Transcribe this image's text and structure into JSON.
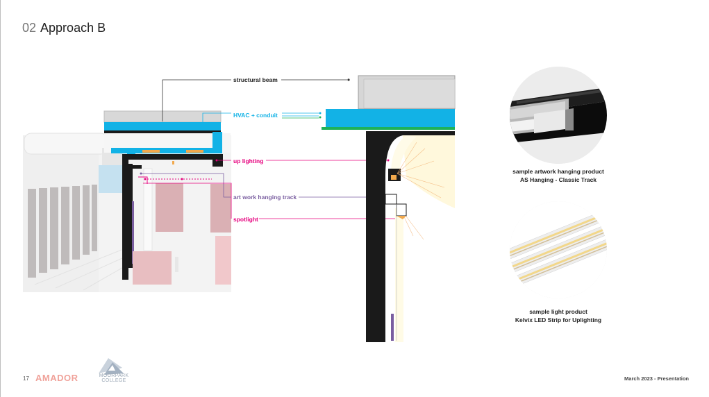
{
  "title": {
    "number": "02",
    "text": "Approach B"
  },
  "labels": {
    "structural_beam": "structural beam",
    "hvac_conduit": "HVAC + conduit",
    "up_lighting": "up lighting",
    "art_track": "art work hanging track",
    "spotlight": "spotlight"
  },
  "products": [
    {
      "line1": "sample artwork hanging product",
      "line2": "AS Hanging - Classic Track",
      "icon": "track-profile-image"
    },
    {
      "line1": "sample light product",
      "line2": "Kelvix LED Strip for Uplighting",
      "icon": "led-strip-image"
    }
  ],
  "footer": {
    "page_number": "17",
    "brand": "AMADOR",
    "college_line1": "MOORPARK",
    "college_line2": "COLLEGE",
    "date": "March 2023 - Presentation"
  },
  "colors": {
    "hvac": "#12b2e6",
    "up_lighting": "#e6007e",
    "art_track": "#7a5ea0",
    "spotlight": "#e6007e",
    "structure": "#1a1a1a",
    "beam": "#d6d6d6",
    "brand": "#f0a29a"
  }
}
